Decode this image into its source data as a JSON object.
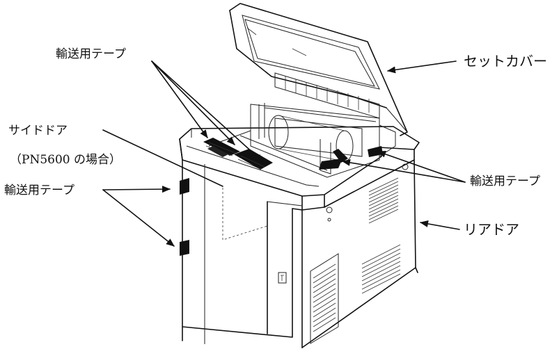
{
  "labels": {
    "tape_top": "輸送用テープ",
    "set_cover": "セットカバー",
    "side_door": "サイドドア",
    "side_door_note": "（PN5600 の場合）",
    "tape_right": "輸送用テープ",
    "tape_left": "輸送用テープ",
    "rear_door": "リアドア"
  },
  "colors": {
    "line": "#111111",
    "background": "#ffffff",
    "tape": "#111111"
  }
}
